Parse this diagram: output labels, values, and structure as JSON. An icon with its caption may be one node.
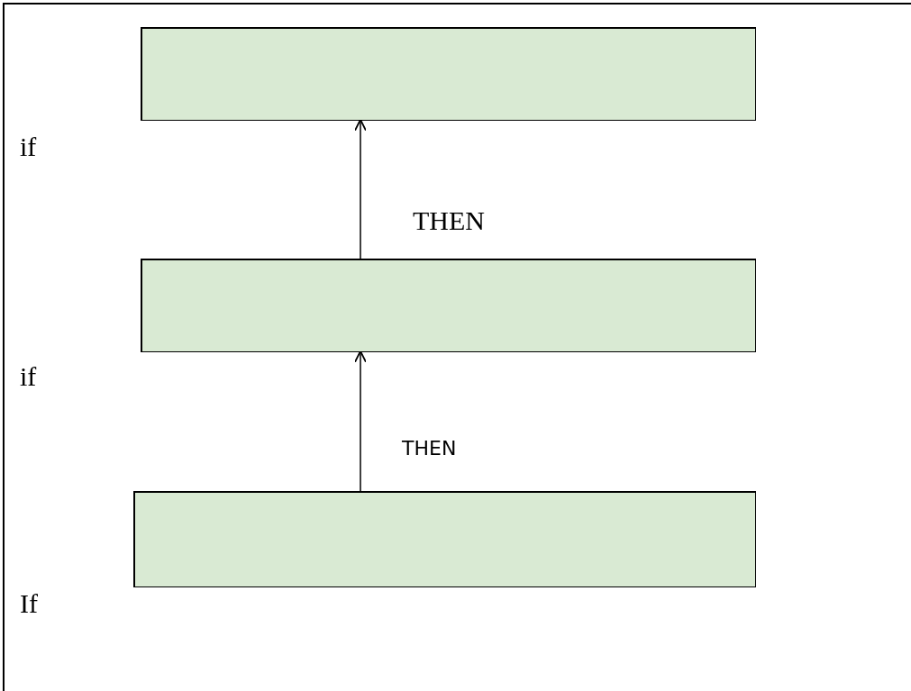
{
  "diagram": {
    "nodes": [
      {
        "text": [],
        "shape": "box"
      },
      {
        "text": [],
        "shape": "box"
      },
      {
        "text": [],
        "shape": "box"
      }
    ],
    "edges": [
      {
        "from": 1,
        "to": 0,
        "arrow": "to",
        "label": "THEN"
      },
      {
        "from": 2,
        "to": 1,
        "arrow": "to",
        "label": "THEN"
      }
    ],
    "labels": [
      "if",
      "if",
      "If"
    ]
  }
}
